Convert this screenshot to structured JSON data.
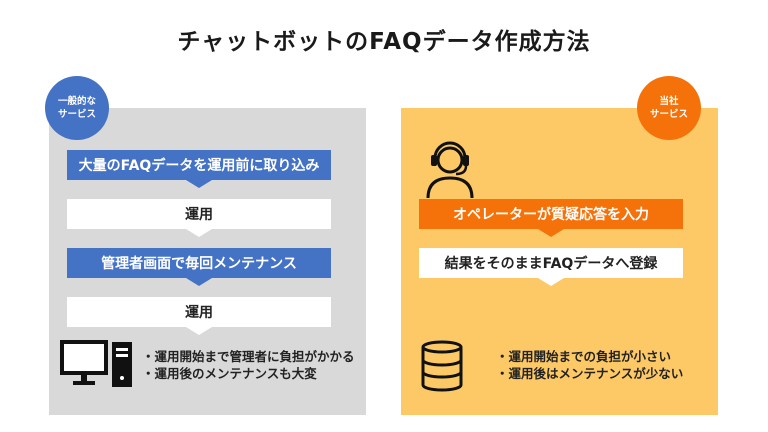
{
  "title": "チャットボットのFAQデータ作成方法",
  "left": {
    "badge": [
      "一般的な",
      "サービス"
    ],
    "steps": [
      "大量のFAQデータを運用前に取り込み",
      "運用",
      "管理者画面で毎回メンテナンス",
      "運用"
    ],
    "notes": [
      "・運用開始まで管理者に負担がかかる",
      "・運用後のメンテナンスも大変"
    ],
    "icon": "desktop-computer-icon"
  },
  "right": {
    "badge": [
      "当社",
      "サービス"
    ],
    "steps": [
      "オペレーターが質疑応答を入力",
      "結果をそのままFAQデータへ登録"
    ],
    "notes": [
      "・運用開始までの負担が小さい",
      "・運用後はメンテナンスが少ない"
    ],
    "icons": [
      "operator-headset-icon",
      "database-icon"
    ]
  },
  "colors": {
    "blue": "#4472c4",
    "orange": "#f5720a",
    "left_panel": "#d9d9d9",
    "right_panel": "#fcc966"
  }
}
